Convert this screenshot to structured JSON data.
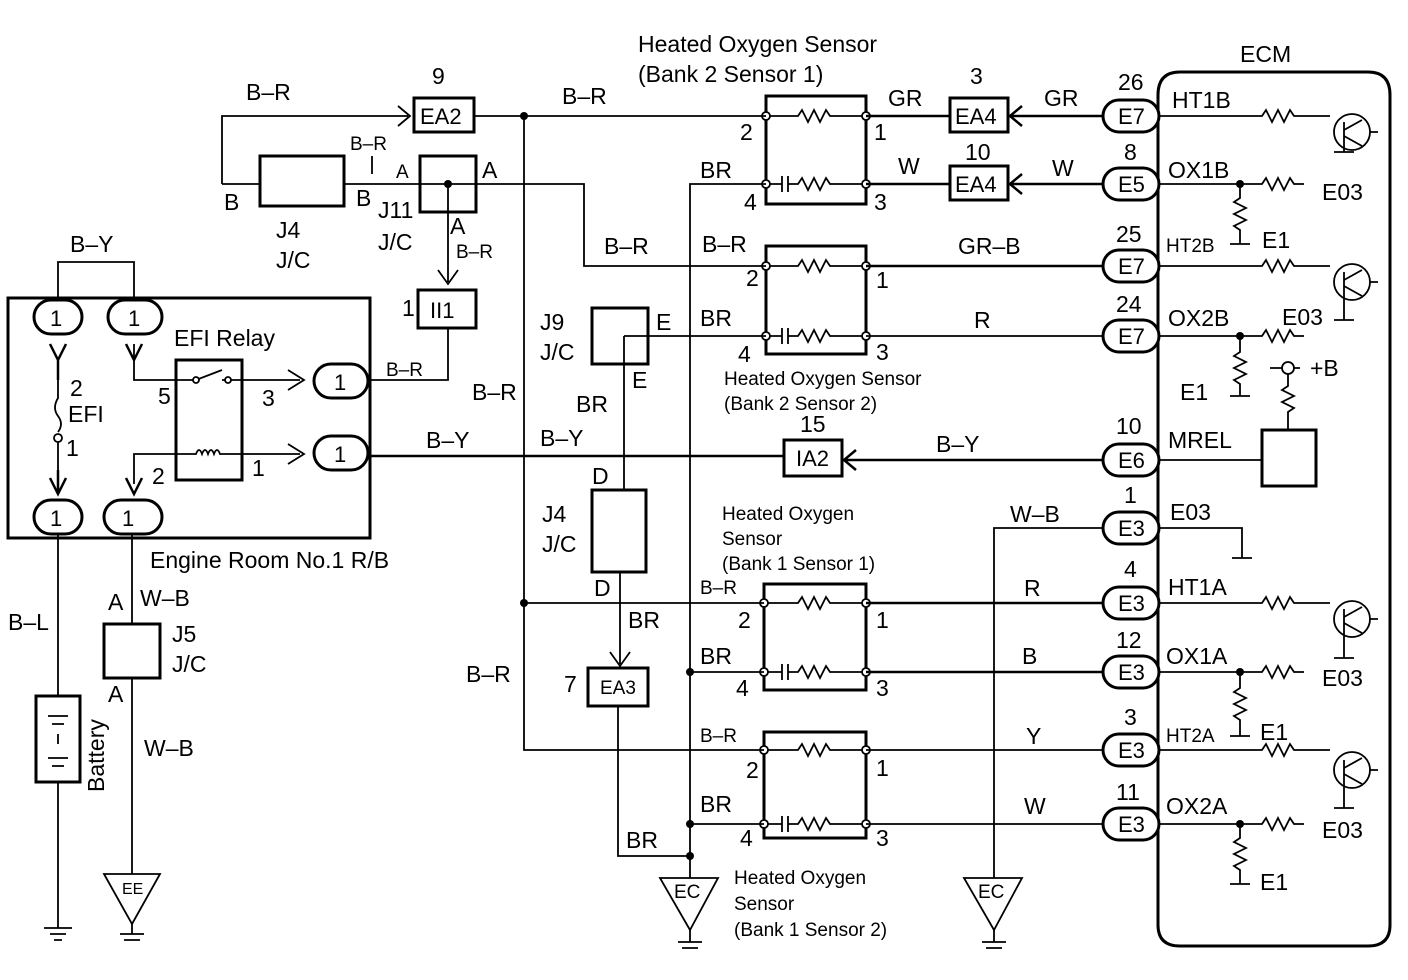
{
  "titles": {
    "ecm": "ECM",
    "hos_b2s1_a": "Heated Oxygen Sensor",
    "hos_b2s1_b": "(Bank 2 Sensor 1)",
    "hos_b2s2_a": "Heated Oxygen Sensor",
    "hos_b2s2_b": "(Bank 2 Sensor 2)",
    "hos_b1s1_a": "Heated Oxygen",
    "hos_b1s1_b": "Sensor",
    "hos_b1s1_c": "(Bank 1 Sensor 1)",
    "hos_b1s2_a": "Heated Oxygen",
    "hos_b1s2_b": "Sensor",
    "hos_b1s2_c": "(Bank 1 Sensor 2)",
    "efi_relay": "EFI Relay",
    "engine_room": "Engine Room No.1 R/B",
    "battery": "Battery"
  },
  "connectors": {
    "ea2": "EA2",
    "ea2_pin": "9",
    "ea4_top": "EA4",
    "ea4_top_pin": "3",
    "ea4_bot": "EA4",
    "ea4_bot_pin": "10",
    "ii1": "II1",
    "ii1_pin": "1",
    "ia2": "IA2",
    "ia2_pin": "15",
    "ea3": "EA3",
    "ea3_pin": "7"
  },
  "junctions": {
    "j4_top": "J4",
    "j4_top_jc": "J/C",
    "j11": "J11",
    "j11_jc": "J/C",
    "j9": "J9",
    "j9_jc": "J/C",
    "j4_mid": "J4",
    "j4_mid_jc": "J/C",
    "j5": "J5",
    "j5_jc": "J/C",
    "pin_a": "A",
    "pin_b": "B",
    "pin_d": "D",
    "pin_e": "E"
  },
  "ecm_pins": [
    {
      "num": "26",
      "conn": "E7",
      "name": "HT1B"
    },
    {
      "num": "8",
      "conn": "E5",
      "name": "OX1B"
    },
    {
      "num": "25",
      "conn": "E7",
      "name": "HT2B"
    },
    {
      "num": "24",
      "conn": "E7",
      "name": "OX2B"
    },
    {
      "num": "10",
      "conn": "E6",
      "name": "MREL"
    },
    {
      "num": "1",
      "conn": "E3",
      "name": "E03"
    },
    {
      "num": "4",
      "conn": "E3",
      "name": "HT1A"
    },
    {
      "num": "12",
      "conn": "E3",
      "name": "OX1A"
    },
    {
      "num": "3",
      "conn": "E3",
      "name": "HT2A"
    },
    {
      "num": "11",
      "conn": "E3",
      "name": "OX2A"
    }
  ],
  "ecm_grounds": {
    "e03": "E03",
    "e1": "E1",
    "plus_b": "+B"
  },
  "wire_colors": {
    "br": "B–R",
    "b_y": "B–Y",
    "b_l": "B–L",
    "w_b": "W–B",
    "gr": "GR",
    "w": "W",
    "gr_b": "GR–B",
    "r": "R",
    "brn": "BR",
    "b": "B",
    "y": "Y",
    "bl": "B"
  },
  "relay": {
    "efi": "EFI",
    "one": "1",
    "two": "2",
    "three": "3",
    "five": "5"
  },
  "sensor_pins": {
    "p1": "1",
    "p2": "2",
    "p3": "3",
    "p4": "4"
  },
  "grounds": {
    "ee": "EE",
    "ec": "EC"
  }
}
